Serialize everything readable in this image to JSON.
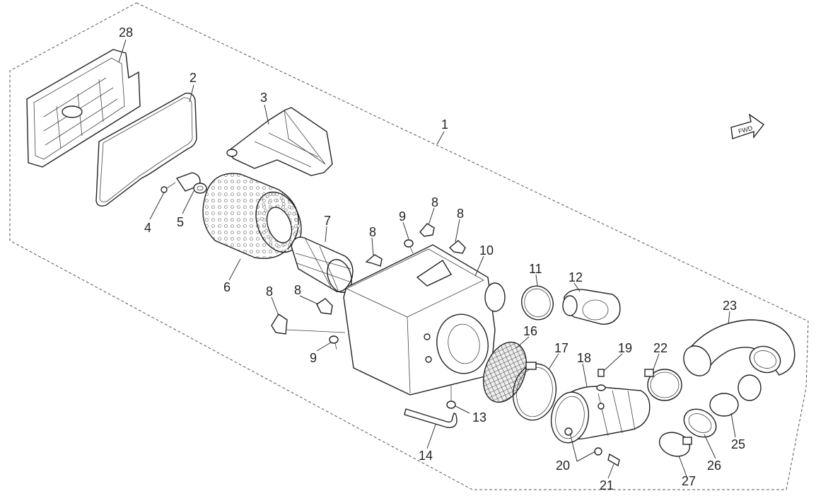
{
  "diagram": {
    "fwd_label": "FWD",
    "labels": {
      "p1": "1",
      "p2": "2",
      "p3": "3",
      "p4": "4",
      "p5": "5",
      "p6": "6",
      "p7": "7",
      "p8a": "8",
      "p8b": "8",
      "p8c": "8",
      "p8d": "8",
      "p8e": "8",
      "p9a": "9",
      "p9b": "9",
      "p10": "10",
      "p11": "11",
      "p12": "12",
      "p13": "13",
      "p14": "14",
      "p16": "16",
      "p17": "17",
      "p18": "18",
      "p19": "19",
      "p20": "20",
      "p21": "21",
      "p22": "22",
      "p23": "23",
      "p25": "25",
      "p26": "26",
      "p27": "27",
      "p28": "28"
    }
  }
}
